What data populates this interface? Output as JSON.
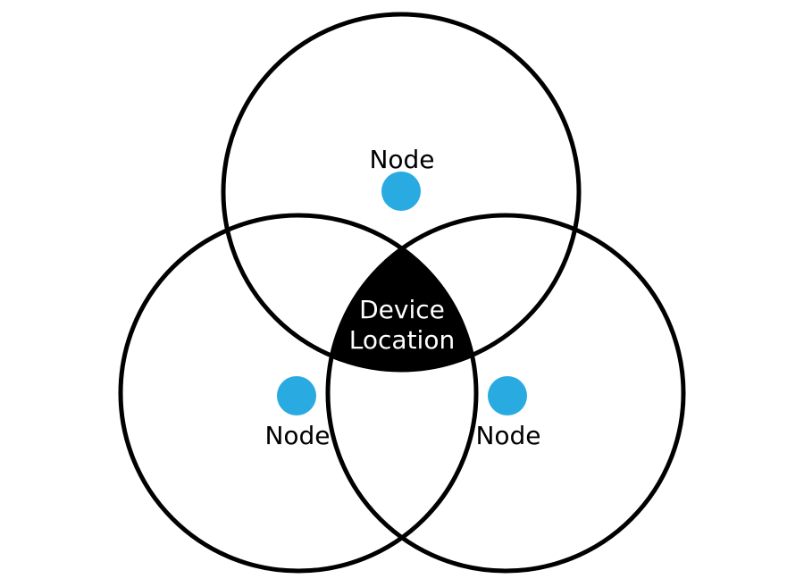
{
  "colors": {
    "background": "#ffffff",
    "circle_stroke": "#000000",
    "intersection_fill": "#000000",
    "node_dot": "#29abe2",
    "node_label_text": "#000000",
    "intersection_label_text": "#ffffff"
  },
  "diagram": {
    "nodes": [
      {
        "id": "top",
        "label": "Node"
      },
      {
        "id": "bottom-left",
        "label": "Node"
      },
      {
        "id": "bottom-right",
        "label": "Node"
      }
    ],
    "intersection_label": {
      "line1": "Device",
      "line2": "Location"
    }
  }
}
